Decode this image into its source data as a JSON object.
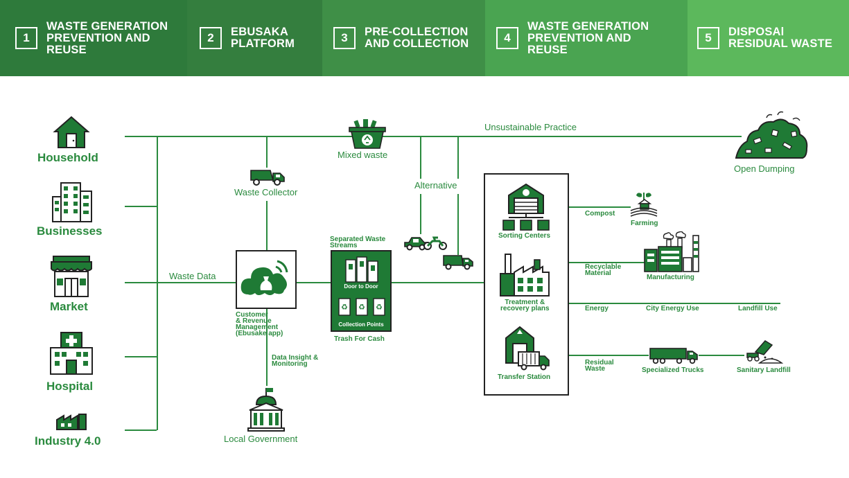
{
  "header": {
    "steps": [
      {
        "number": "1",
        "title_lines": [
          "WASTE GENERATION",
          "PREVENTION AND",
          "REUSE"
        ],
        "color": "#2e7a3b"
      },
      {
        "number": "2",
        "title_lines": [
          "EBUSAKA",
          "PLATFORM"
        ],
        "color": "#347e3e"
      },
      {
        "number": "3",
        "title_lines": [
          "PRE-COLLECTION",
          "AND COLLECTION"
        ],
        "color": "#3f8f47"
      },
      {
        "number": "4",
        "title_lines": [
          "WASTE GENERATION",
          "PREVENTION AND",
          "REUSE"
        ],
        "color": "#4aa451"
      },
      {
        "number": "5",
        "title_lines": [
          "DISPOSAl",
          "RESIDUAL WASTE"
        ],
        "color": "#5cb85c"
      }
    ]
  },
  "sources": {
    "household": "Household",
    "businesses": "Businesses",
    "market": "Market",
    "hospital": "Hospital",
    "industry": "Industry 4.0"
  },
  "flow": {
    "waste_data": "Waste Data",
    "waste_collector": "Waste Collector",
    "mixed_waste": "Mixed waste",
    "unsustainable_practice": "Unsustainable Practice",
    "open_dumping": "Open Dumping",
    "alternative": "Alternative",
    "separated_streams_lines": [
      "Separated Waste",
      "Streams"
    ],
    "door_to_door": "Door to Door",
    "collection_points": "Collection Points",
    "trash_for_cash": "Trash For Cash",
    "customer_lines": [
      "Customer",
      "& Revenue",
      "Management",
      "(Ebusake app)"
    ],
    "data_insight_lines": [
      "Data Insight &",
      "Monitoring"
    ],
    "local_government": "Local Government"
  },
  "facilities": {
    "sorting_centers": "Sorting Centers",
    "treatment_lines": [
      "Treatment &",
      "recovery plans"
    ],
    "transfer_station": "Transfer Station"
  },
  "outputs": {
    "compost": "Compost",
    "farming": "Farming",
    "recyclable_lines": [
      "Recyclable",
      "Material"
    ],
    "manufacturing": "Manufacturing",
    "energy": "Energy",
    "city_energy_use": "City Energy Use",
    "landfill_use": "Landfill Use",
    "residual_lines": [
      "Residual",
      "Waste"
    ],
    "specialized_trucks": "Specialized Trucks",
    "sanitary_landfill": "Sanitary Landfill"
  },
  "colors": {
    "accent": "#2a8a3e",
    "dark_green": "#1f7a35",
    "outline": "#222222"
  },
  "icons": [
    "house-icon",
    "office-building-icon",
    "market-stall-icon",
    "hospital-icon",
    "factory-icon",
    "garbage-truck-icon",
    "waste-bin-icon",
    "trash-heap-icon",
    "cloud-app-icon",
    "government-building-icon",
    "car-icon",
    "motorcycle-icon",
    "small-truck-icon",
    "recycle-bin-icon",
    "warehouse-icon",
    "treatment-plant-icon",
    "transfer-station-icon",
    "farm-icon",
    "manufacturing-plant-icon",
    "long-truck-icon",
    "landfill-icon"
  ]
}
